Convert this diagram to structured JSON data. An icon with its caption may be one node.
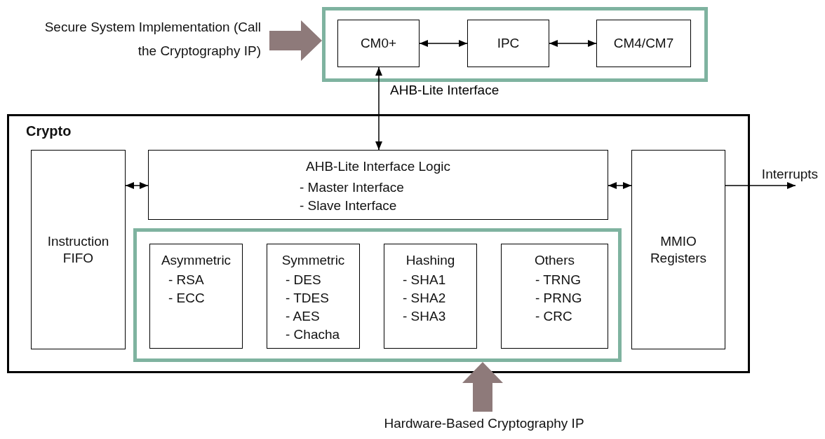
{
  "diagram": {
    "nodes": [
      {
        "text": [],
        "shape": "box"
      },
      {
        "text": [
          "CM0+"
        ],
        "in": 0
      },
      {
        "text": [
          "IPC"
        ],
        "in": 0
      },
      {
        "text": [
          "CM4/CM7"
        ],
        "in": 0
      },
      {
        "text": [
          "Secure System Implementation (Call the Cryptography IP)"
        ]
      },
      {
        "text": [
          "Crypto"
        ]
      },
      {
        "text": [
          "Instruction FIFO"
        ],
        "in": 5
      },
      {
        "text": [
          "AHB-Lite Interface Logic",
          "- Master Interface",
          "- Slave Interface"
        ],
        "in": 5
      },
      {
        "text": [
          "MMIO Registers"
        ],
        "in": 5
      },
      {
        "text": [],
        "shape": "box",
        "in": 5
      },
      {
        "text": [
          "Asymmetric",
          "- RSA",
          "- ECC"
        ],
        "in": 9
      },
      {
        "text": [
          "Symmetric",
          "- DES",
          "- TDES",
          "- AES",
          "- Chacha"
        ],
        "in": 9
      },
      {
        "text": [
          "Hashing",
          "- SHA1",
          "- SHA2",
          "- SHA3"
        ],
        "in": 9
      },
      {
        "text": [
          "Others",
          "- TRNG",
          "- PRNG",
          "- CRC"
        ],
        "in": 9
      },
      {
        "text": [
          "Interrupts"
        ]
      },
      {
        "text": [
          "Hardware-Based Cryptography IP"
        ]
      }
    ],
    "edges": [
      {
        "from": 4,
        "to": 0,
        "arrow": "to",
        "style": "thick",
        "color": "#8e7a7a"
      },
      {
        "from": 1,
        "to": 2,
        "arrow": "both"
      },
      {
        "from": 2,
        "to": 3,
        "arrow": "both"
      },
      {
        "from": 1,
        "to": 7,
        "arrow": "both",
        "label": "AHB-Lite Interface"
      },
      {
        "from": 6,
        "to": 7,
        "arrow": "both"
      },
      {
        "from": 7,
        "to": 8,
        "arrow": "both"
      },
      {
        "from": 8,
        "to": 14,
        "arrow": "to"
      },
      {
        "from": 15,
        "to": 9,
        "arrow": "to",
        "style": "thick",
        "color": "#8e7a7a"
      }
    ]
  }
}
